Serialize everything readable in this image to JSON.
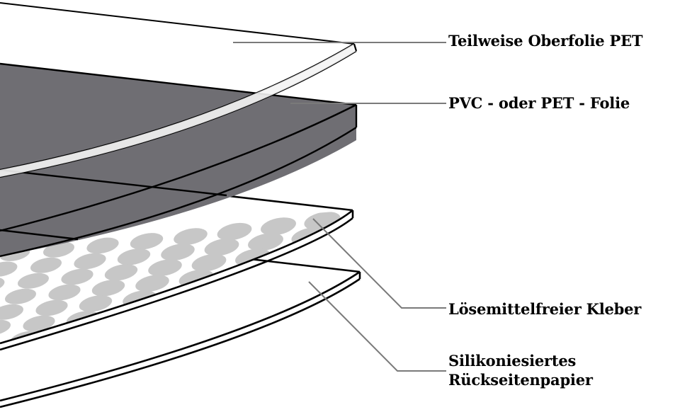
{
  "title": "Layer structure of a self-adhesive film",
  "colors": {
    "background": "#ffffff",
    "outline": "#000000",
    "pvc_fill": "#6f6e73",
    "adhesive_dots": "#c7c7c7",
    "leader_line": "#7a7a7a",
    "edge_fill": "#f4f4f4"
  },
  "layers": [
    {
      "id": "top-film",
      "label_lines": [
        "Teilweise Oberfolie PET"
      ]
    },
    {
      "id": "pvc-film",
      "label_lines": [
        "PVC - oder PET - Folie"
      ]
    },
    {
      "id": "adhesive",
      "label_lines": [
        "Lösemittelfreier Kleber"
      ]
    },
    {
      "id": "release-paper",
      "label_lines": [
        "Silikoniesiertes",
        "Rückseitenpapier"
      ]
    }
  ]
}
